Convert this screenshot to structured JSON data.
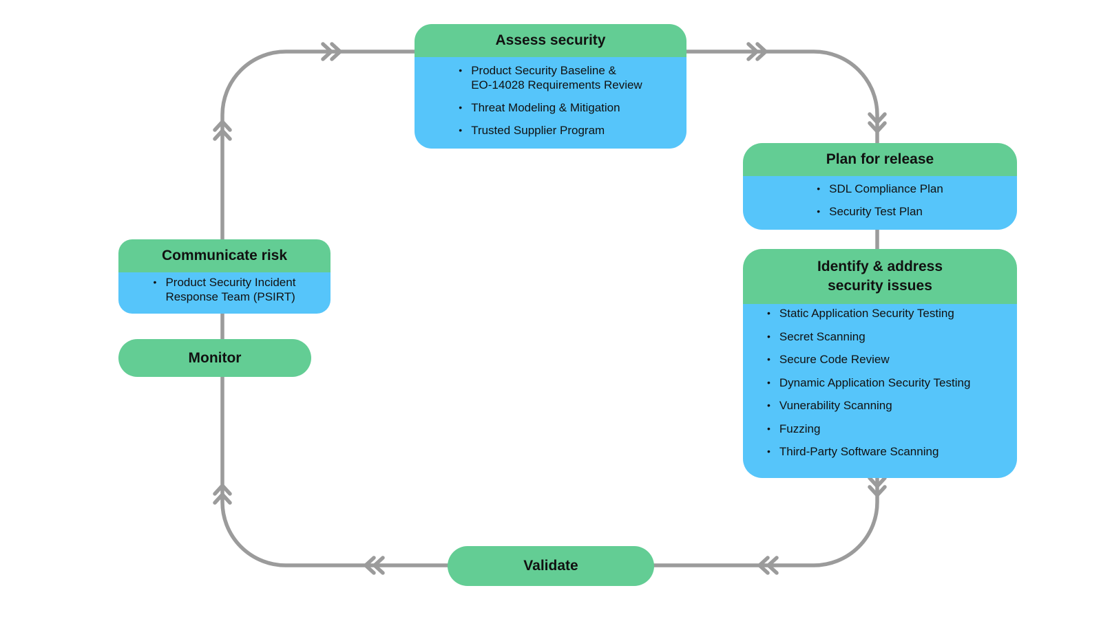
{
  "colors": {
    "header_green": "#63cd94",
    "body_blue": "#56c5fa",
    "arrow_gray": "#9b9b9b",
    "text_black": "#111111"
  },
  "bullet_char": "•",
  "cycle": {
    "assess_security": {
      "title": "Assess security",
      "items": [
        "Product Security Baseline &\nEO-14028 Requirements Review",
        "Threat Modeling & Mitigation",
        "Trusted Supplier Program"
      ]
    },
    "plan_for_release": {
      "title": "Plan for release",
      "items": [
        "SDL Compliance Plan",
        "Security Test Plan"
      ]
    },
    "identify_address_security_issues": {
      "title": "Identify & address\nsecurity issues",
      "items": [
        "Static Application Security Testing",
        "Secret Scanning",
        "Secure Code Review",
        "Dynamic Application Security Testing",
        "Vunerability Scanning",
        "Fuzzing",
        "Third-Party Software Scanning"
      ]
    },
    "validate": {
      "title": "Validate"
    },
    "monitor": {
      "title": "Monitor"
    },
    "communicate_risk": {
      "title": "Communicate risk",
      "items": [
        "Product Security Incident\nResponse Team (PSIRT)"
      ]
    }
  }
}
